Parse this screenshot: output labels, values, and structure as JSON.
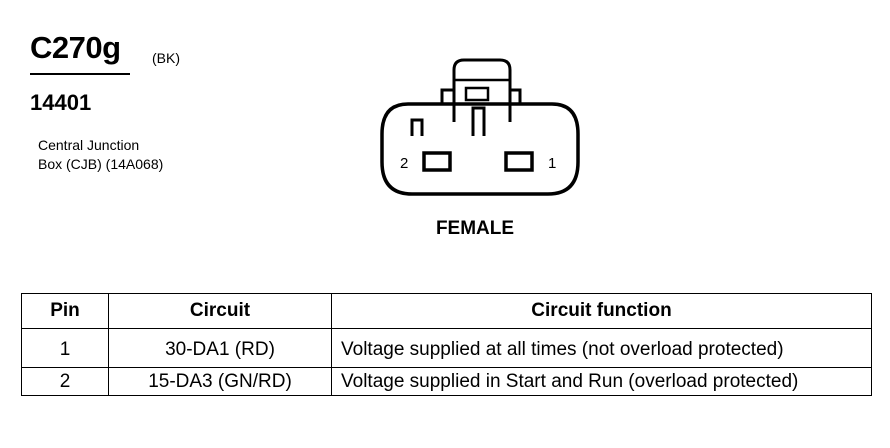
{
  "connector": {
    "id": "C270g",
    "color_code": "(BK)",
    "part_number": "14401",
    "location_line1": "Central Junction",
    "location_line2": "Box (CJB) (14A068)",
    "pin_labels": {
      "left": "2",
      "right": "1"
    },
    "gender": "FEMALE"
  },
  "table": {
    "headers": [
      "Pin",
      "Circuit",
      "Circuit function"
    ],
    "rows": [
      {
        "pin": "1",
        "circuit": "30-DA1 (RD)",
        "function": "Voltage supplied at all times (not overload protected)"
      },
      {
        "pin": "2",
        "circuit": "15-DA3 (GN/RD)",
        "function": "Voltage supplied in Start and Run (overload protected)"
      }
    ]
  }
}
